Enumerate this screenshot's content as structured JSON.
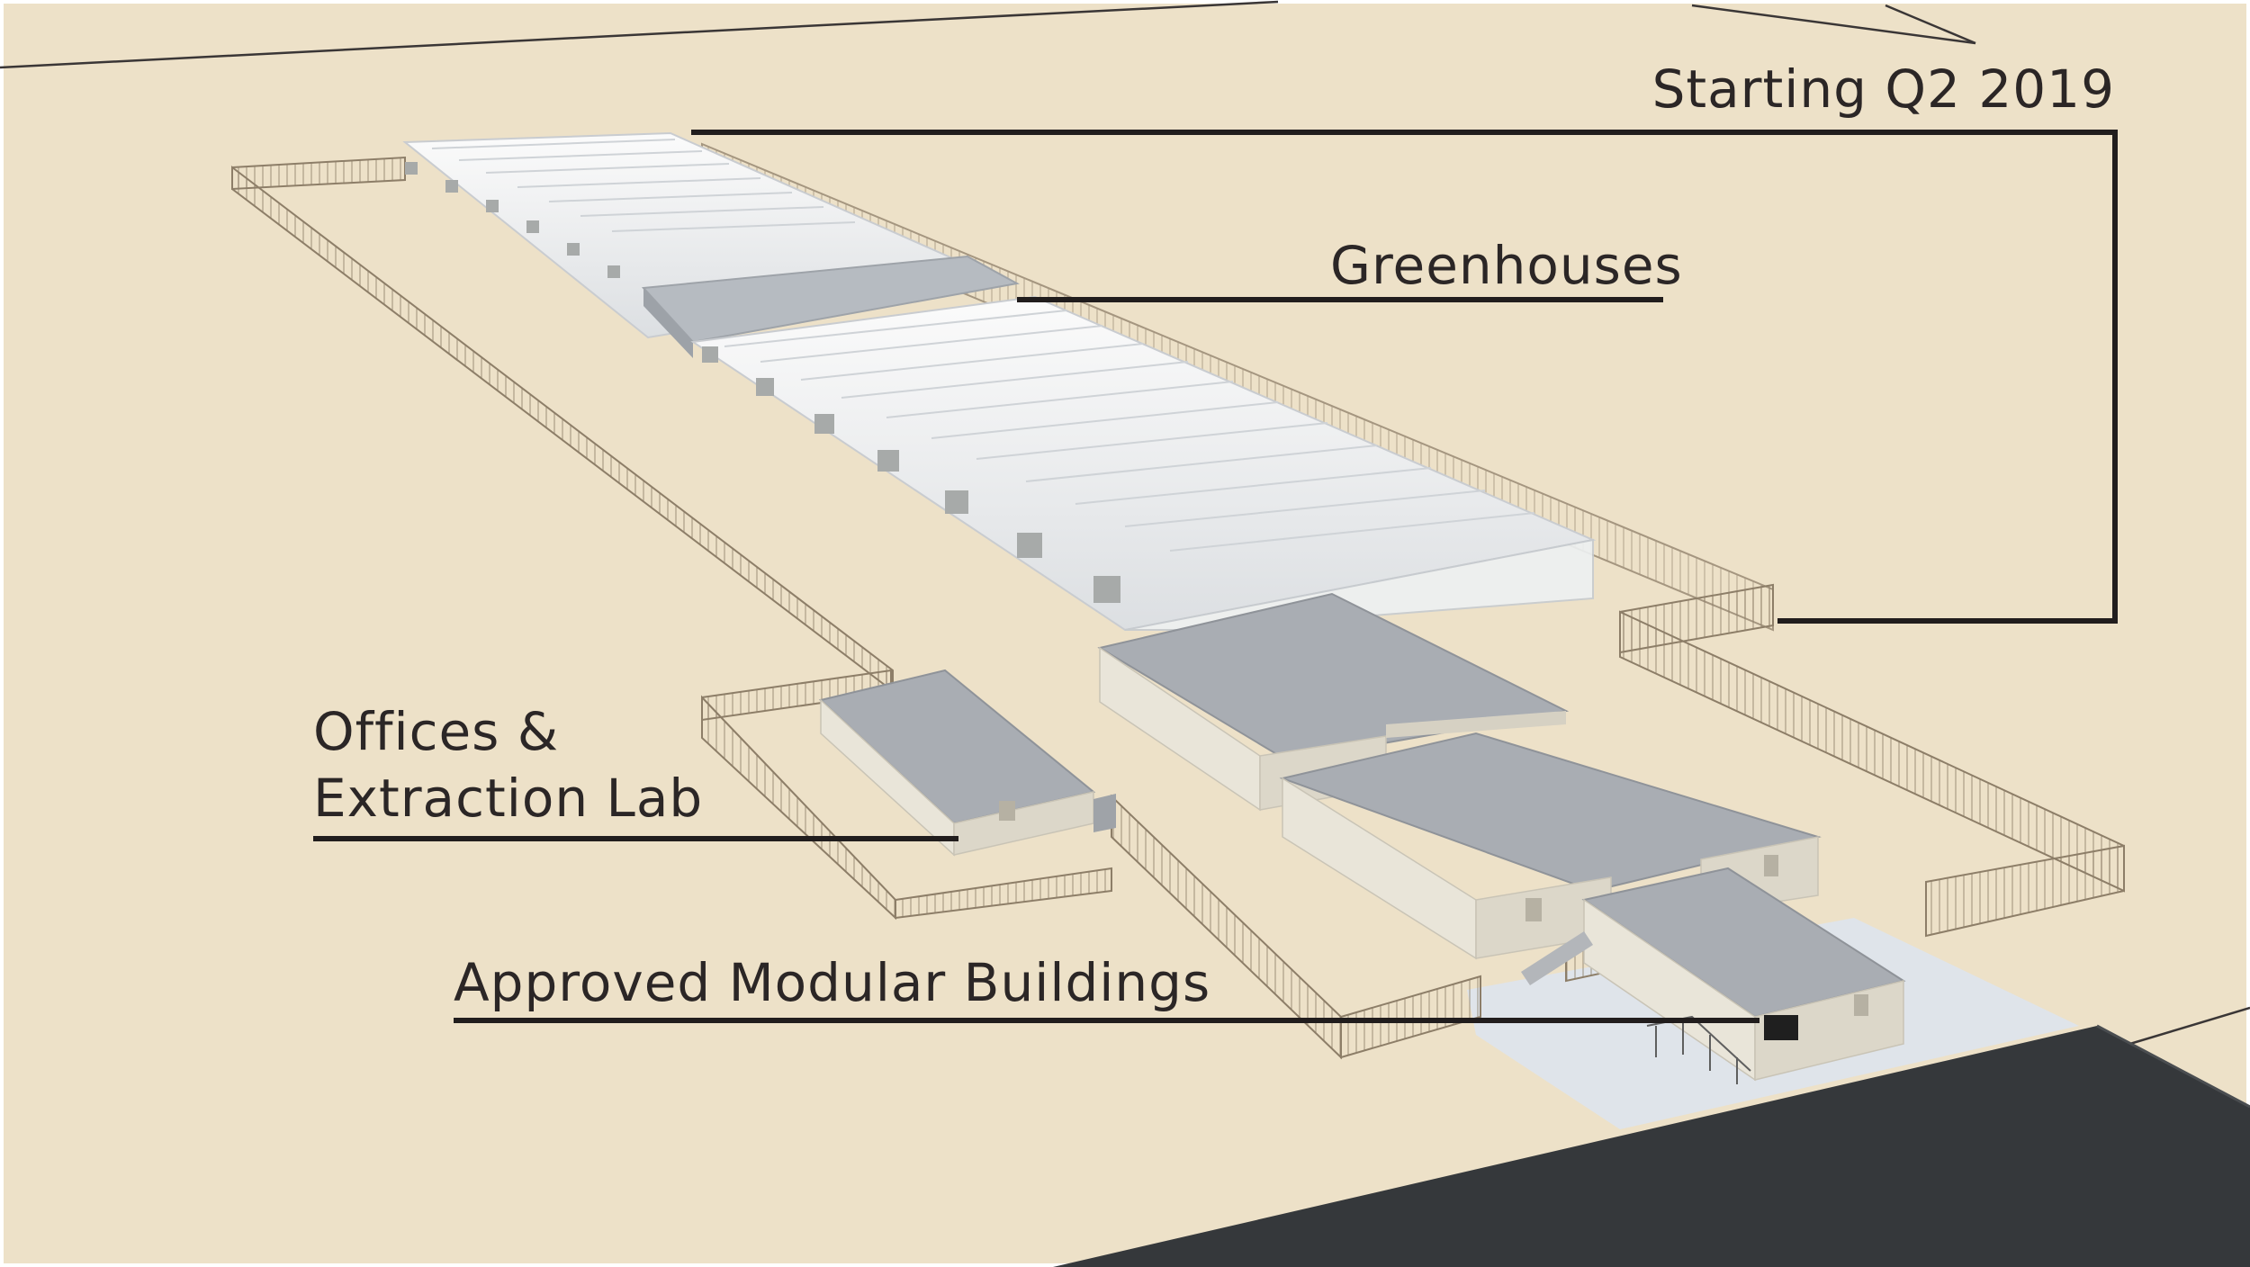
{
  "labels": {
    "starting": "Starting Q2 2019",
    "greenhouses": "Greenhouses",
    "offices_line1": "Offices &",
    "offices_line2": "Extraction Lab",
    "approved": "Approved Modular Buildings"
  },
  "colors": {
    "ground": "#ede1c8",
    "road": "#35383b",
    "concrete_pad": "#dfe4ea",
    "roof": "#a9adb3",
    "wall": "#e9e5d9",
    "greenhouse": "#f2f3f4",
    "fence": "#8d7e68",
    "callout_line": "#211d1d",
    "text": "#2b2626"
  },
  "icons": {
    "greenhouse_rows": "greenhouse-icon",
    "modular_building": "building-icon",
    "fence": "fence-icon"
  }
}
